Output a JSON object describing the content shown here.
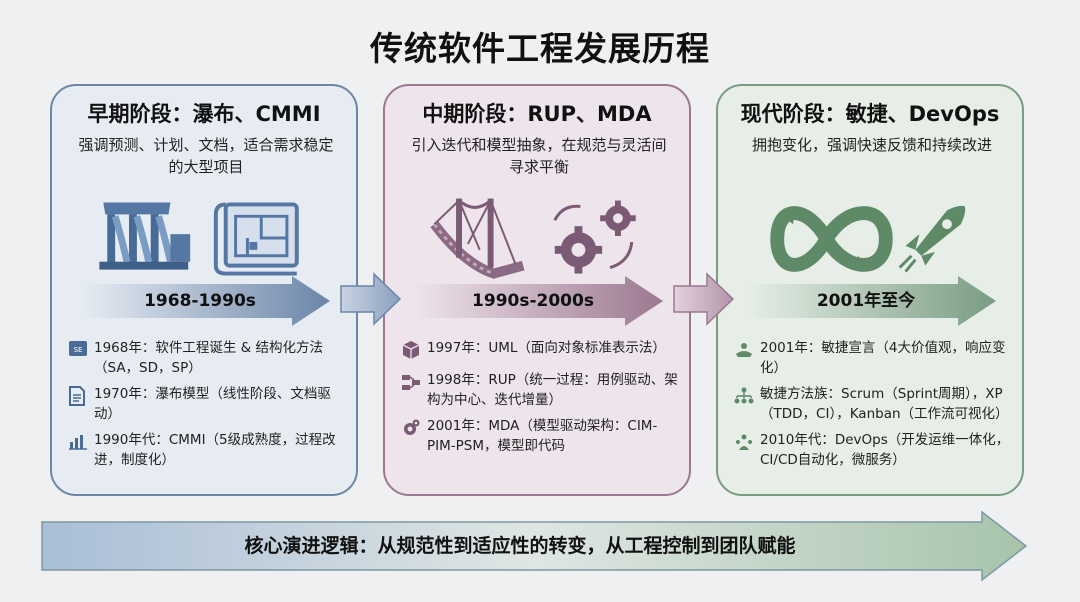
{
  "title": "传统软件工程发展历程",
  "panels": [
    {
      "heading": "早期阶段：瀑布、CMMI",
      "desc": "强调预测、计划、文档，适合需求稳定的大型项目",
      "period": "1968-1990s",
      "color": "#6b86a8",
      "illustration": [
        "dam-icon",
        "blueprint-icon"
      ],
      "items": [
        {
          "icon": "se-badge-icon",
          "text": "1968年：软件工程诞生 & 结构化方法（SA，SD，SP）"
        },
        {
          "icon": "document-icon",
          "text": "1970年：瀑布模型（线性阶段、文档驱动）"
        },
        {
          "icon": "bar-chart-icon",
          "text": "1990年代：CMMI（5级成熟度，过程改进，制度化）"
        }
      ]
    },
    {
      "heading": "中期阶段：RUP、MDA",
      "desc": "引入迭代和模型抽象，在规范与灵活间寻求平衡",
      "period": "1990s-2000s",
      "color": "#9b7890",
      "illustration": [
        "bridge-icon",
        "gears-icon"
      ],
      "items": [
        {
          "icon": "cube-icon",
          "text": "1997年：UML（面向对象标准表示法）"
        },
        {
          "icon": "process-icon",
          "text": "1998年：RUP（统一过程：用例驱动、架构为中心、迭代增量）"
        },
        {
          "icon": "gear-icon",
          "text": "2001年：MDA（模型驱动架构：CIM-PIM-PSM，模型即代码"
        }
      ]
    },
    {
      "heading": "现代阶段：敏捷、DevOps",
      "desc": "拥抱变化，强调快速反馈和持续改进",
      "period": "2001年至今",
      "color": "#7a9c82",
      "illustration": [
        "infinity-loop-icon",
        "rocket-icon"
      ],
      "items": [
        {
          "icon": "handshake-icon",
          "text": "2001年：敏捷宣言（4大价值观，响应变化）"
        },
        {
          "icon": "org-chart-icon",
          "text": "敏捷方法族：Scrum（Sprint周期），XP（TDD，CI），Kanban（工作流可视化）"
        },
        {
          "icon": "team-icon",
          "text": "2010年代：DevOps（开发运维一体化，CI/CD自动化，微服务）"
        }
      ]
    }
  ],
  "core_logic": "核心演进逻辑：从规范性到适应性的转变，从工程控制到团队赋能"
}
